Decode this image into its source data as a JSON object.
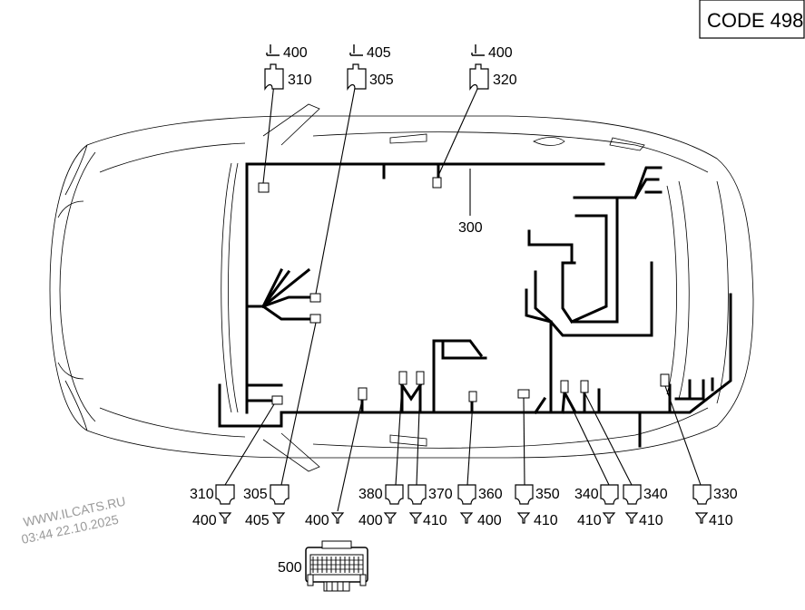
{
  "code_box": {
    "text": "CODE 498"
  },
  "harness_label": "300",
  "top_callouts": [
    {
      "id": "left",
      "ground": "400",
      "connector": "310"
    },
    {
      "id": "middle",
      "ground": "405",
      "connector": "305"
    },
    {
      "id": "right",
      "ground": "400",
      "connector": "320"
    }
  ],
  "bottom_callouts": [
    {
      "connector": "310",
      "ground": "400"
    },
    {
      "connector": "305",
      "ground": "405"
    },
    {
      "connector": "",
      "ground": "400"
    },
    {
      "connector": "380",
      "ground": "400"
    },
    {
      "connector": "370",
      "ground": "410"
    },
    {
      "connector": "360",
      "ground": "400"
    },
    {
      "connector": "350",
      "ground": "410"
    },
    {
      "connector": "340",
      "ground": "410"
    },
    {
      "connector": "340",
      "ground": "410"
    },
    {
      "connector": "330",
      "ground": "410"
    }
  ],
  "ecu": {
    "label": "500"
  },
  "watermark": {
    "line1": "WWW.ILCATS.RU",
    "line2": "03:44 22.10.2025"
  }
}
